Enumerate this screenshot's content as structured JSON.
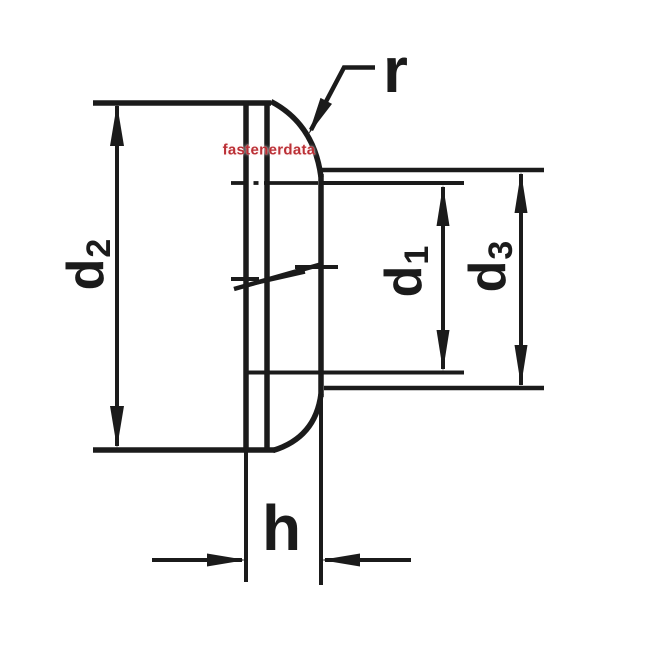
{
  "watermark": {
    "text": "fastenerdata",
    "color": "#bb3036"
  },
  "labels": {
    "d2": {
      "base": "d",
      "sub": "2"
    },
    "d1": {
      "base": "d",
      "sub": "1"
    },
    "d3": {
      "base": "d",
      "sub": "3"
    },
    "h": {
      "base": "h"
    },
    "r": {
      "base": "r"
    }
  },
  "colors": {
    "line": "#1b1b1b",
    "background": "#ffffff"
  }
}
